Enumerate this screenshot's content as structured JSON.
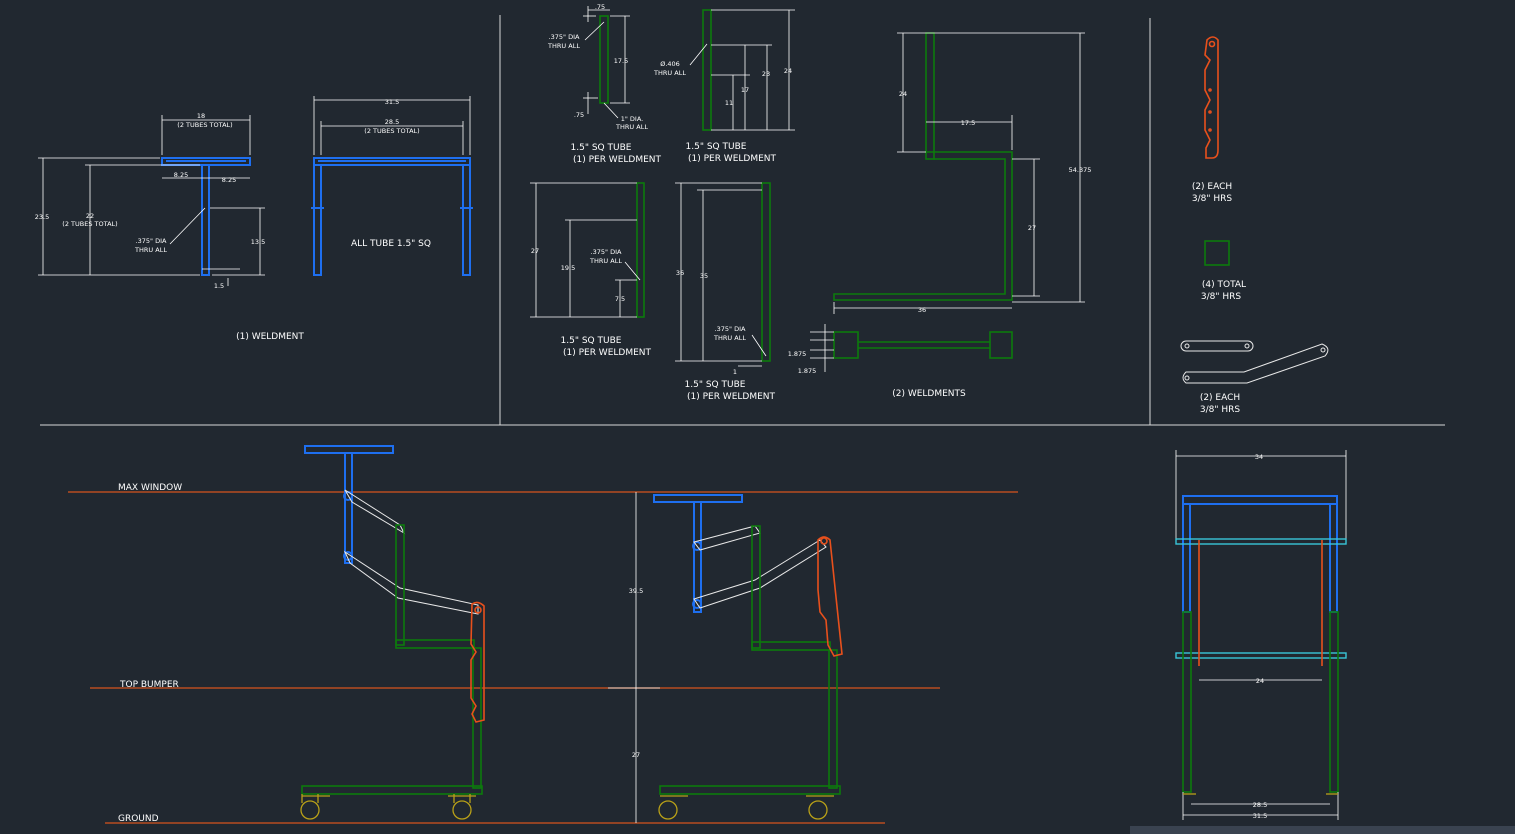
{
  "drawing": {
    "weldment_top": {
      "dims": [
        "18",
        "(2 TUBES TOTAL)",
        "8.25",
        "8.25",
        "23.5",
        "22",
        "(2 TUBES TOTAL)",
        ".375\" DIA",
        "THRU ALL",
        "13.5",
        "1.5"
      ],
      "caption": "(1) WELDMENT"
    },
    "frame": {
      "dims": [
        "31.5",
        "28.5",
        "(2 TUBES TOTAL)"
      ],
      "note": "ALL TUBE 1.5\" SQ"
    },
    "tube_a": {
      "dims": [
        ".75",
        ".375\" DIA",
        "THRU ALL",
        "17.5",
        ".75",
        "1\" DIA.",
        "THRU ALL"
      ],
      "caption1": "1.5\" SQ TUBE",
      "caption2": "(1) PER WELDMENT"
    },
    "tube_b": {
      "dims": [
        "Ø.406",
        "THRU ALL",
        "17",
        "23",
        "24",
        "11"
      ],
      "caption1": "1.5\" SQ TUBE",
      "caption2": "(1) PER WELDMENT"
    },
    "tube_c": {
      "dims": [
        "27",
        "19.5",
        ".375\" DIA",
        "THRU ALL",
        "7.5"
      ],
      "caption1": "1.5\" SQ TUBE",
      "caption2": "(1) PER WELDMENT"
    },
    "tube_d": {
      "dims": [
        "36",
        "35",
        ".375\" DIA",
        "THRU ALL",
        "1"
      ],
      "caption1": "1.5\" SQ TUBE",
      "caption2": "(1) PER WELDMENT"
    },
    "base_weldment": {
      "dims": [
        "24",
        "17.5",
        "54.375",
        "27",
        "36",
        "1.875",
        "1.875"
      ],
      "caption": "(2) WELDMENTS"
    },
    "parts": {
      "hrs1_line1": "(2) EACH",
      "hrs1_line2": "3/8\" HRS",
      "hrs2_line1": "(4) TOTAL",
      "hrs2_line2": "3/8\" HRS",
      "hrs3_line1": "(2) EACH",
      "hrs3_line2": "3/8\" HRS"
    },
    "assembly": {
      "max_window": "MAX WINDOW",
      "top_bumper": "TOP BUMPER",
      "ground": "GROUND",
      "dim_upper": "39.5",
      "dim_lower": "27"
    },
    "front": {
      "width_top": "34",
      "inner": "24",
      "bottom1": "28.5",
      "bottom2": "31.5"
    }
  },
  "colors": {
    "background": "#212830",
    "blue": "#1e6ff0",
    "green": "#0c7a0c",
    "orange": "#e8501c",
    "cyan": "#39c6d8",
    "reference_line": "#d5531c"
  }
}
